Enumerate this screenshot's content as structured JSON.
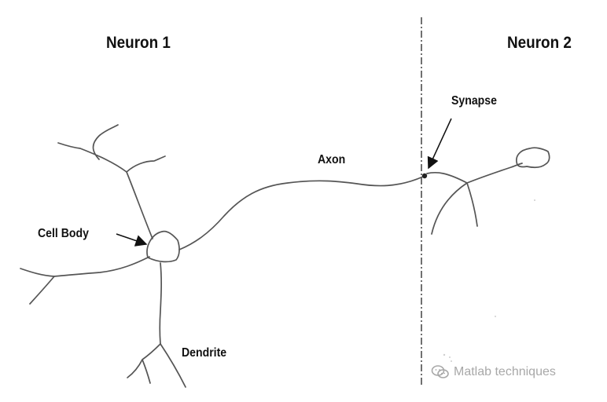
{
  "labels": {
    "neuron1": "Neuron 1",
    "neuron2": "Neuron 2",
    "synapse": "Synapse",
    "axon": "Axon",
    "cell_body": "Cell Body",
    "dendrite": "Dendrite"
  },
  "watermark": {
    "icon": "wechat-icon",
    "text": "Matlab techniques"
  },
  "colors": {
    "stroke": "#555555",
    "text": "#111111",
    "watermark": "#a8a8a8"
  }
}
